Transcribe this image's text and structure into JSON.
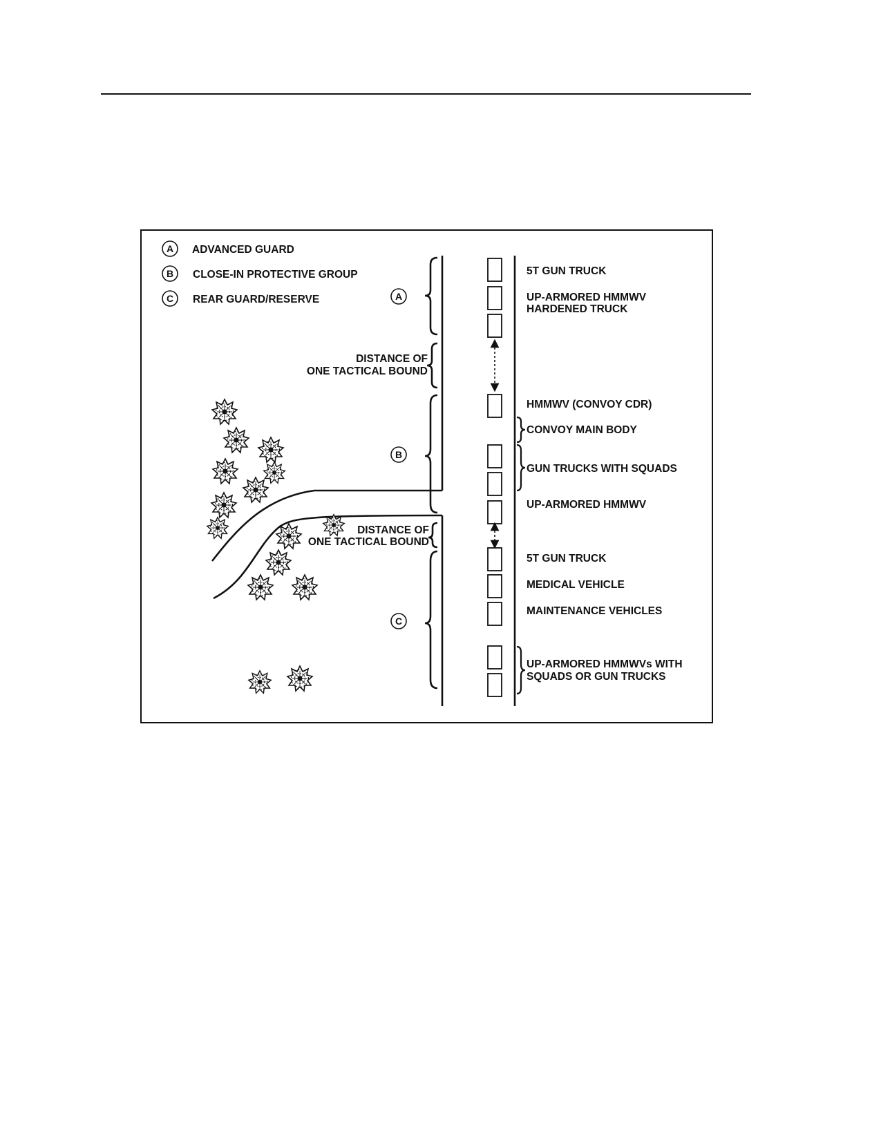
{
  "legend": [
    {
      "letter": "A",
      "label": "ADVANCED GUARD"
    },
    {
      "letter": "B",
      "label": "CLOSE-IN PROTECTIVE GROUP"
    },
    {
      "letter": "C",
      "label": "REAR GUARD/RESERVE"
    }
  ],
  "groups": [
    {
      "letter": "A"
    },
    {
      "letter": "B"
    },
    {
      "letter": "C"
    }
  ],
  "distance_label": {
    "line1": "DISTANCE OF",
    "line2": "ONE TACTICAL BOUND"
  },
  "vehicle_labels": [
    {
      "id": "gun-truck-5t-front",
      "text": "5T GUN TRUCK"
    },
    {
      "id": "up-armored-hmmwv-front",
      "text": "UP-ARMORED HMMWV"
    },
    {
      "id": "hardened-truck",
      "text": "HARDENED TRUCK"
    },
    {
      "id": "hmmwv-convoy-cdr",
      "text": "HMMWV (CONVOY CDR)"
    },
    {
      "id": "convoy-main-body",
      "text": "CONVOY MAIN BODY"
    },
    {
      "id": "gun-trucks-with-squads",
      "text": "GUN TRUCKS WITH SQUADS"
    },
    {
      "id": "up-armored-hmmwv-mid",
      "text": "UP-ARMORED HMMWV"
    },
    {
      "id": "gun-truck-5t-rear",
      "text": "5T GUN TRUCK"
    },
    {
      "id": "medical-vehicle",
      "text": "MEDICAL VEHICLE"
    },
    {
      "id": "maintenance-vehicles",
      "text": "MAINTENANCE VEHICLES"
    },
    {
      "id": "up-armored-hmmwvs-with",
      "text": "UP-ARMORED HMMWVs WITH"
    },
    {
      "id": "squads-or-gun-trucks",
      "text": "SQUADS OR GUN TRUCKS"
    }
  ]
}
